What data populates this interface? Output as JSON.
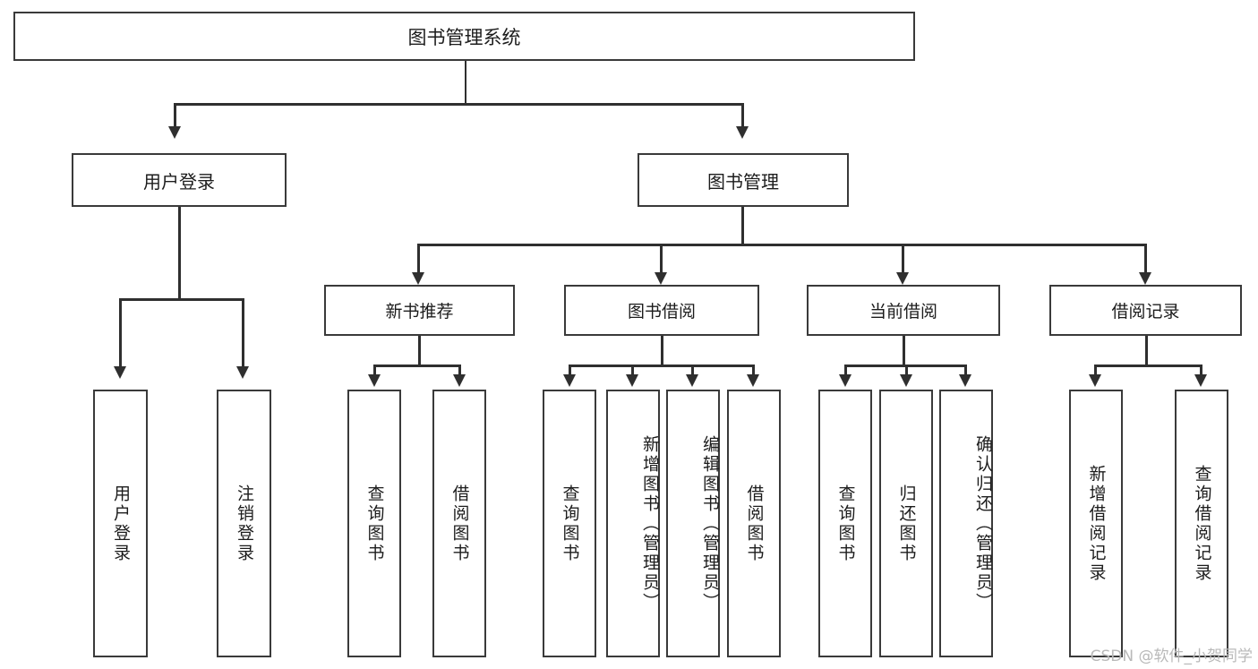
{
  "diagram": {
    "title": "图书管理系统",
    "type": "tree",
    "root": {
      "label": "图书管理系统",
      "children": [
        {
          "label": "用户登录",
          "children": [
            {
              "label": "用户登录"
            },
            {
              "label": "注销登录"
            }
          ]
        },
        {
          "label": "图书管理",
          "children": [
            {
              "label": "新书推荐",
              "children": [
                {
                  "label": "查询图书"
                },
                {
                  "label": "借阅图书"
                }
              ]
            },
            {
              "label": "图书借阅",
              "children": [
                {
                  "label": "查询图书"
                },
                {
                  "label": "新增图书（管理员）"
                },
                {
                  "label": "编辑图书（管理员）"
                },
                {
                  "label": "借阅图书"
                }
              ]
            },
            {
              "label": "当前借阅",
              "children": [
                {
                  "label": "查询图书"
                },
                {
                  "label": "归还图书"
                },
                {
                  "label": "确认归还（管理员）"
                }
              ]
            },
            {
              "label": "借阅记录",
              "children": [
                {
                  "label": "新增借阅记录"
                },
                {
                  "label": "查询借阅记录"
                }
              ]
            }
          ]
        }
      ]
    }
  },
  "watermark": {
    "text": "CSDN @软件_小贺同学"
  },
  "colors": {
    "box_border": "#3a3a3a",
    "connector": "#2f2f2f",
    "text": "#1c1c1c",
    "background": "#ffffff",
    "watermark": "#b9b9b9"
  }
}
